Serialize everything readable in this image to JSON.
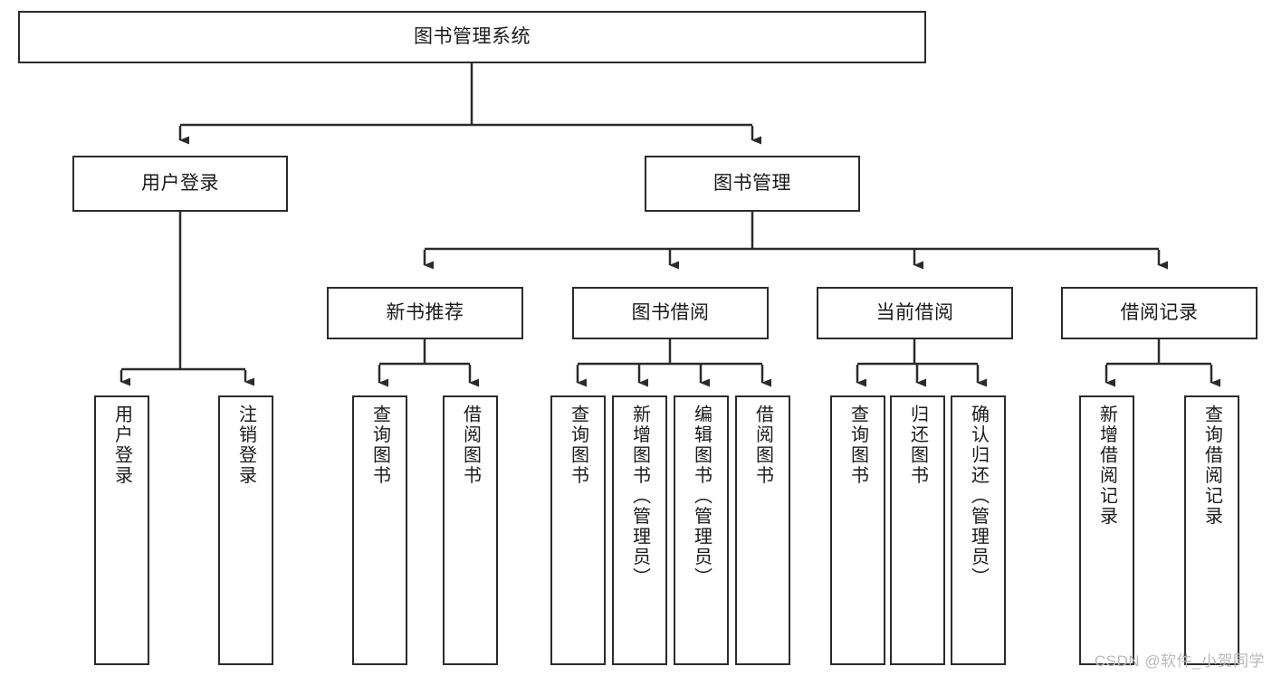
{
  "diagram": {
    "title": "图书管理系统",
    "type": "tree",
    "colors": {
      "stroke": "#2b2b2b",
      "fill": "#ffffff",
      "text": "#1a1a1a",
      "watermark": "#b9b9b9"
    },
    "root": {
      "label": "图书管理系统"
    },
    "level1": [
      {
        "label": "用户登录"
      },
      {
        "label": "图书管理"
      }
    ],
    "level2": [
      {
        "label": "新书推荐"
      },
      {
        "label": "图书借阅"
      },
      {
        "label": "当前借阅"
      },
      {
        "label": "借阅记录"
      }
    ],
    "leaves": {
      "user_login": [
        {
          "label": "用户登录"
        },
        {
          "label": "注销登录"
        }
      ],
      "new_book_recommend": [
        {
          "label": "查询图书"
        },
        {
          "label": "借阅图书"
        }
      ],
      "book_borrow": [
        {
          "label": "查询图书"
        },
        {
          "label": "新增图书（管理员）"
        },
        {
          "label": "编辑图书（管理员）"
        },
        {
          "label": "借阅图书"
        }
      ],
      "current_borrow": [
        {
          "label": "查询图书"
        },
        {
          "label": "归还图书"
        },
        {
          "label": "确认归还（管理员）"
        }
      ],
      "borrow_record": [
        {
          "label": "新增借阅记录"
        },
        {
          "label": "查询借阅记录"
        }
      ]
    },
    "watermark": "CSDN @软件_小贺同学"
  }
}
